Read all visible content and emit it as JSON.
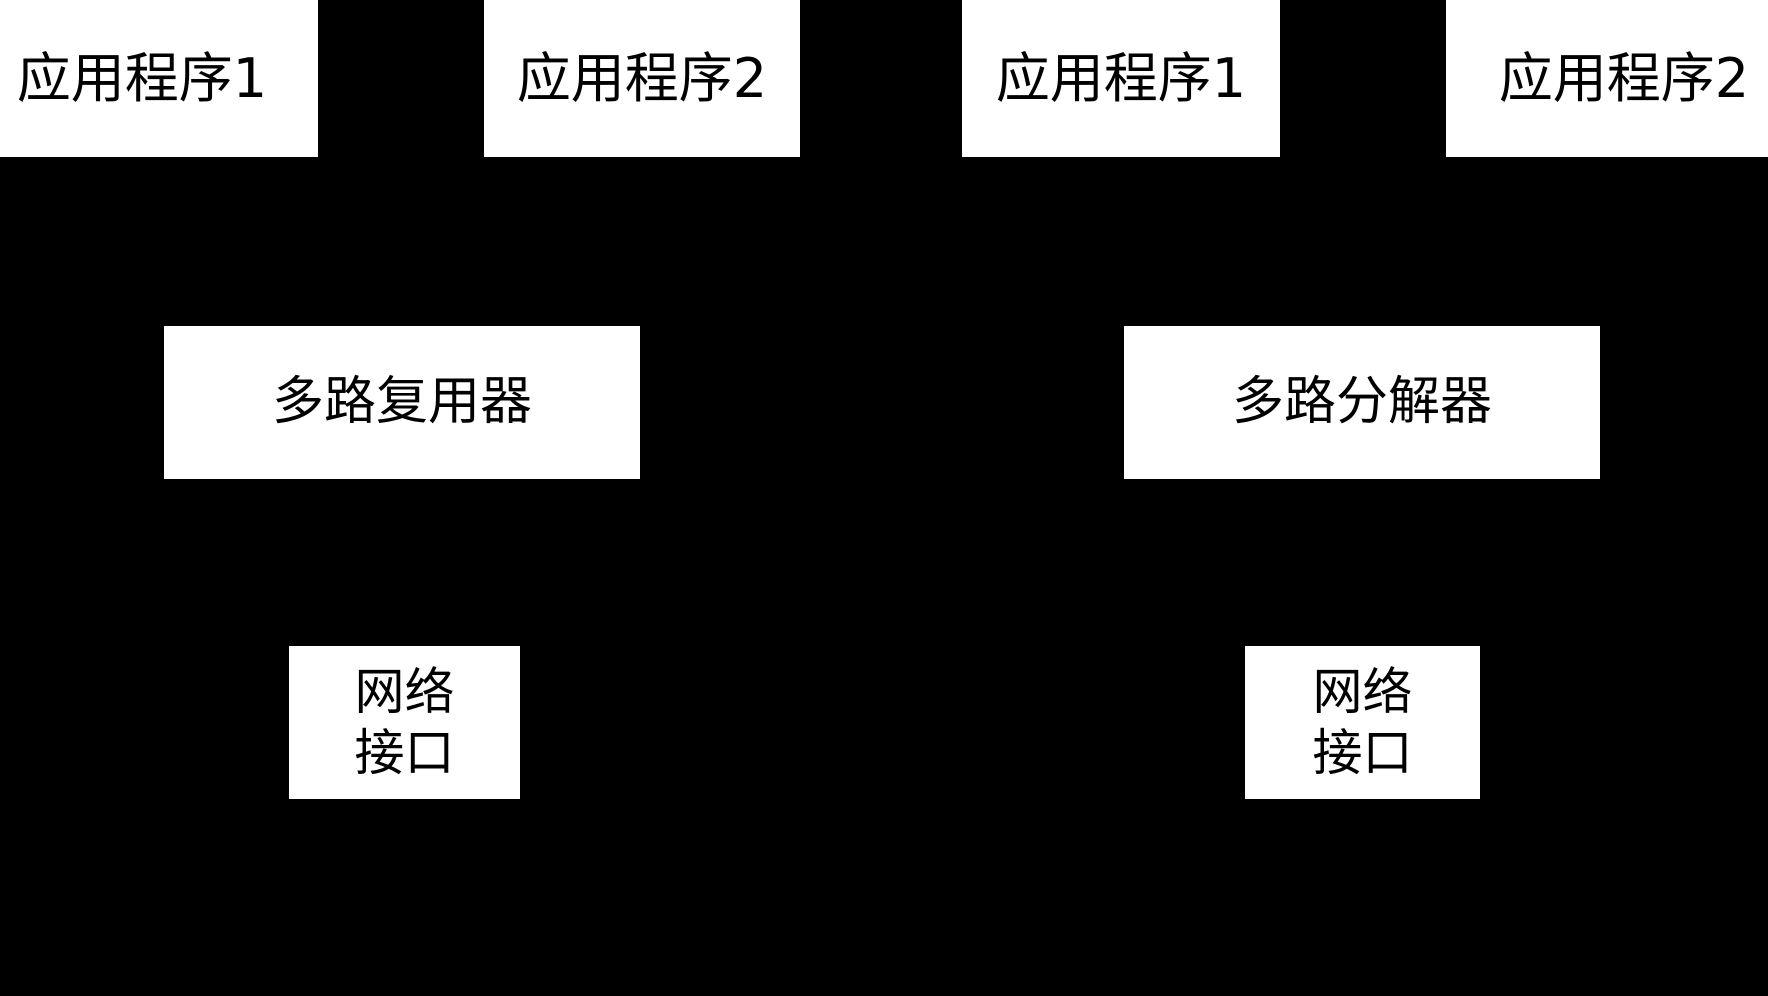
{
  "diagram": {
    "background_color": "#000000",
    "node_fill_color": "#ffffff",
    "node_text_color": "#000000",
    "nodes": {
      "app_left_1": {
        "label": "应用程序1",
        "name": "application-box-1-sender"
      },
      "app_left_2": {
        "label": "应用程序2",
        "name": "application-box-2-sender"
      },
      "app_right_1": {
        "label": "应用程序1",
        "name": "application-box-1-receiver"
      },
      "app_right_2": {
        "label": "应用程序2",
        "name": "application-box-2-receiver"
      },
      "multiplexer": {
        "label": "多路复用器",
        "name": "multiplexer-box"
      },
      "demultiplexer": {
        "label": "多路分解器",
        "name": "demultiplexer-box"
      },
      "nif_left": {
        "label": "网络\n接口",
        "name": "network-interface-box-sender"
      },
      "nif_right": {
        "label": "网络\n接口",
        "name": "network-interface-box-receiver"
      }
    }
  }
}
